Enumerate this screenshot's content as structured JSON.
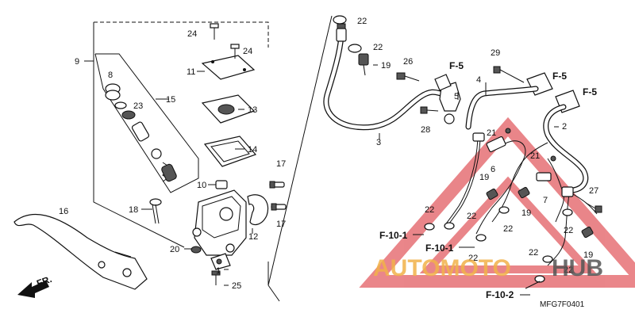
{
  "diagram": {
    "part_labels": [
      "1",
      "2",
      "3",
      "4",
      "5",
      "6",
      "7",
      "8",
      "9",
      "10",
      "11",
      "12",
      "13",
      "14",
      "15",
      "16",
      "17",
      "18",
      "19",
      "20",
      "21",
      "22",
      "23",
      "24",
      "25",
      "26",
      "27",
      "28",
      "29"
    ],
    "ref_labels": [
      "F-5",
      "F-10-1",
      "F-10-2"
    ],
    "direction_label": "FR.",
    "diagram_code": "MFG7F0401",
    "watermark": {
      "text_a": "AUTOMOTO",
      "text_b": "HUB",
      "color_a": "#f2b24a",
      "color_b": "#555555",
      "triangle_color": "#d8232a"
    }
  }
}
